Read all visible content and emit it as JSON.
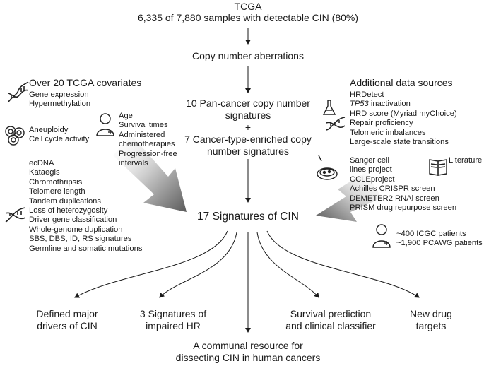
{
  "header": {
    "title": "TCGA",
    "subtitle": "6,335 of 7,880 samples with detectable CIN (80%)"
  },
  "copy_number": "Copy number aberrations",
  "signatures_box": {
    "line1": "10 Pan-cancer copy number",
    "line2": "signatures",
    "plus": "+",
    "line3": "7 Cancer-type-enriched copy",
    "line4": "number signatures"
  },
  "center": "17 Signatures of CIN",
  "left_panel": {
    "title": "Over 20 TCGA covariates",
    "group1": [
      "Gene expression",
      "Hypermethylation"
    ],
    "group2": [
      "Aneuploidy",
      "Cell cycle activity"
    ],
    "clinical": [
      "Age",
      "Survival times",
      "Administered",
      "chemotherapies",
      "Progression-free",
      "intervals"
    ],
    "group3": [
      "ecDNA",
      "Kataegis",
      "Chromothripsis",
      "Telomere length",
      "Tandem duplications",
      "Loss of heterozygosity",
      "Driver gene classification",
      "Whole-genome duplication",
      "SBS, DBS, ID, RS signatures",
      "Germline and  somatic mutations"
    ]
  },
  "right_panel": {
    "title": "Additional data sources",
    "group1_a": "HRDetect",
    "group1_b_italic": "TP53",
    "group1_b_rest": " inactivation",
    "group1_rest": [
      "HRD score (Myriad myChoice)",
      "Repair proficiency",
      "Telomeric imbalances",
      "Large-scale state transitions"
    ],
    "group2": [
      "Sanger cell",
      "lines project",
      "CCLEproject",
      "Achilles CRISPR screen",
      "DEMETER2 RNAi screen",
      "PRISM drug repurpose screen"
    ],
    "literature": "Literature",
    "patients": [
      "~400 ICGC  patients",
      "~1,900 PCAWG patients"
    ]
  },
  "outputs": {
    "out1": [
      "Defined major",
      "drivers of CIN"
    ],
    "out2": [
      "3 Signatures of",
      "impaired HR"
    ],
    "out3": [
      "Survival prediction",
      "and clinical classifier"
    ],
    "out4": [
      "New drug",
      "targets"
    ],
    "bottom": [
      "A communal resource for",
      "dissecting CIN in human cancers"
    ]
  },
  "icons": [
    "dna-icon",
    "cells-icon",
    "person-icon",
    "flask-icon",
    "petri-dish-icon",
    "book-icon",
    "patient-icon"
  ]
}
